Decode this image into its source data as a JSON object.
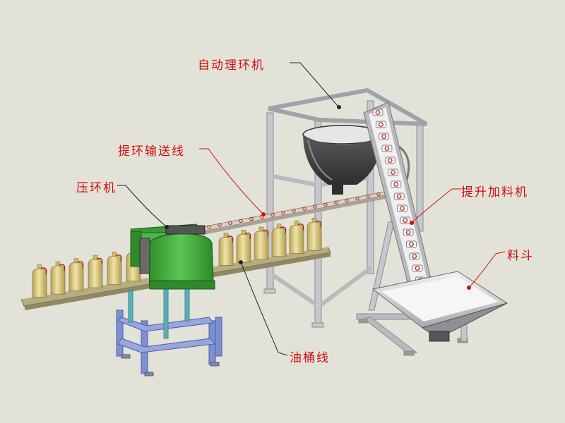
{
  "labels": {
    "ring_sorter": "自动理环机",
    "ring_conveyor": "提环输送线",
    "ring_press": "压环机",
    "lifting_feeder": "提升加料机",
    "hopper": "料斗",
    "bucket_line": "油桶线"
  },
  "colors": {
    "label_text": "#d01010",
    "machine_green": "#3fa83a",
    "frame_steel": "#c4c6cc",
    "frame_blue": "#7d8fd0",
    "bottle_yellow": "#d4c47a",
    "background": "#e3e2d8"
  }
}
